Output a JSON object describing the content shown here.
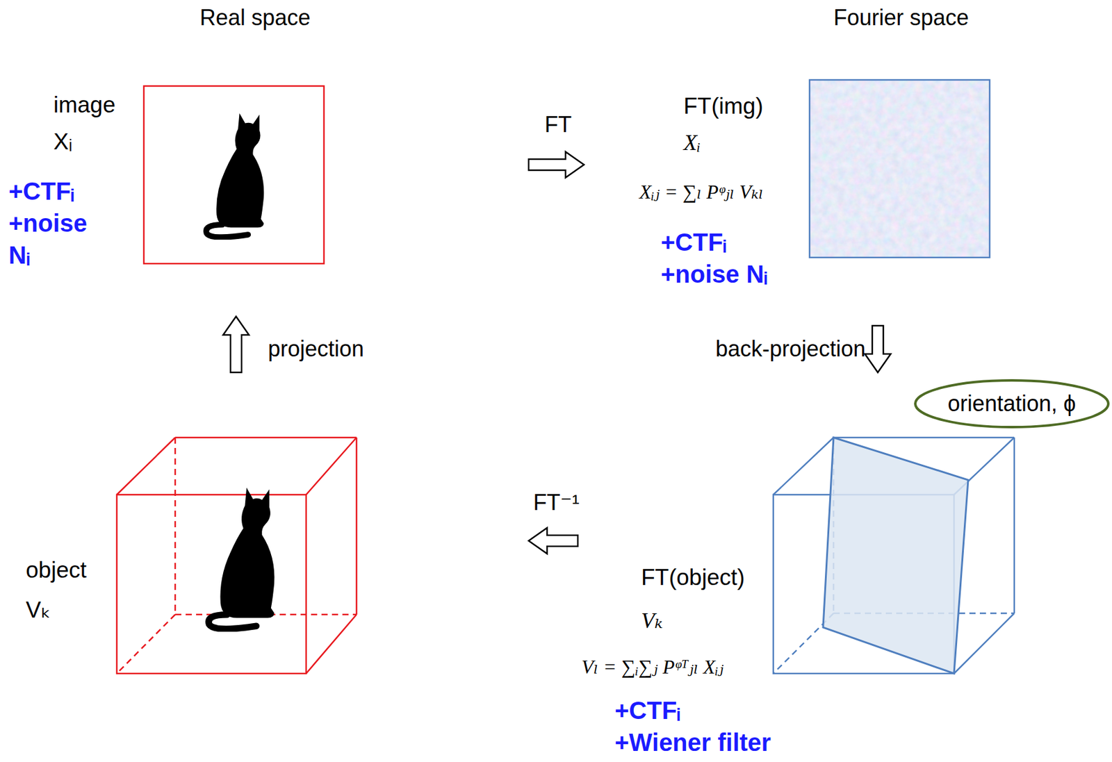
{
  "diagram": {
    "nodes": [
      {
        "text": [
          "image",
          "Xᵢ",
          "+CTFᵢ +noise Nᵢ"
        ]
      },
      {
        "text": [
          "FT(img)",
          "Xᵢ",
          "Xᵢⱼ = ∑ₗ Pᵠⱼₗ Vₖₗ",
          "+CTFᵢ +noise Nᵢ"
        ]
      },
      {
        "text": [
          "orientation, ϕ"
        ]
      },
      {
        "text": [
          "object",
          "Vₖ"
        ]
      },
      {
        "text": [
          "FT(object)",
          "Vₖ",
          "Vₗ = ∑ᵢ∑ⱼ Pᵠᵀⱼₗ Xᵢⱼ",
          "+CTFᵢ +Wiener filter"
        ]
      }
    ],
    "edges": [
      {
        "from": 0,
        "to": 1,
        "arrow": "to",
        "label": "FT"
      },
      {
        "from": 1,
        "to": 4,
        "arrow": "to",
        "label": "back-projection"
      },
      {
        "from": 4,
        "to": 3,
        "arrow": "to",
        "label": "FT⁻¹"
      },
      {
        "from": 3,
        "to": 0,
        "arrow": "to",
        "label": "projection"
      }
    ],
    "labels": [
      "Real space",
      "Fourier space"
    ]
  }
}
